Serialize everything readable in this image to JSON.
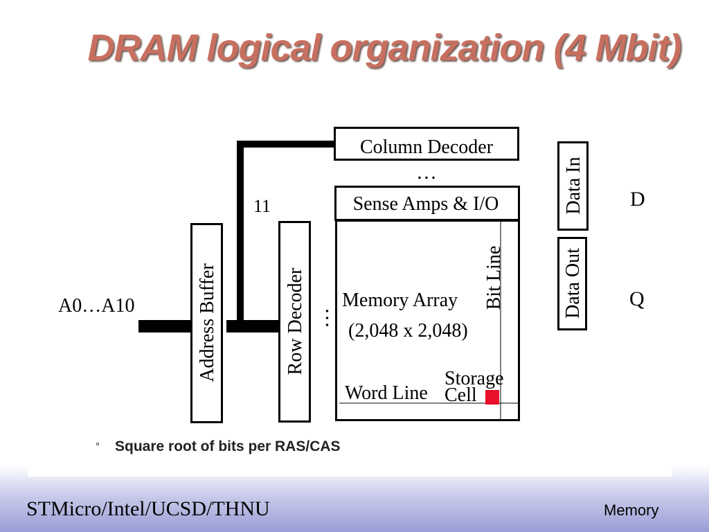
{
  "slide": {
    "title": "DRAM logical organization (4 Mbit)",
    "bullet_marker": "°",
    "bullet_text": "Square root of bits per RAS/CAS",
    "footer_left": "STMicro/Intel/UCSD/THNU",
    "footer_right": "Memory"
  },
  "diagram": {
    "address_label": "A0…A10",
    "address_buffer": "Address Buffer",
    "row_decoder": "Row Decoder",
    "bus_width_label": "11",
    "column_decoder": "Column Decoder",
    "ellipsis_vertical": "…",
    "ellipsis_horizontal": "…",
    "sense_amps": "Sense Amps & I/O",
    "memory_array": "Memory Array",
    "array_size": "(2,048 x 2,048)",
    "bit_line": "Bit Line",
    "word_line": "Word Line",
    "storage": "Storage",
    "cell": "Cell",
    "data_in": "Data In",
    "data_out": "Data Out",
    "d_label": "D",
    "q_label": "Q",
    "storage_cell_color": "#e8102a"
  }
}
